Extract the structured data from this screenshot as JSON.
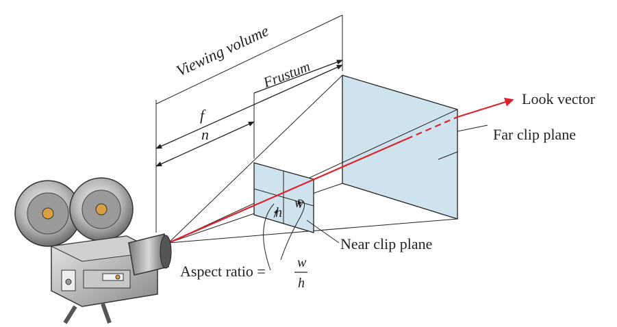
{
  "labels": {
    "viewing_volume": "Viewing volume",
    "frustum": "Frustum",
    "f": "f",
    "n": "n",
    "look_vector": "Look vector",
    "far_clip_plane": "Far clip plane",
    "near_clip_plane": "Near clip plane",
    "w_near": "w",
    "h_near": "h",
    "aspect_ratio": "Aspect ratio =",
    "fraction_w": "w",
    "fraction_h": "h"
  },
  "colors": {
    "look_vector": "#e0202a",
    "plane_fill": "#cfe3ee",
    "line": "#231f20"
  }
}
